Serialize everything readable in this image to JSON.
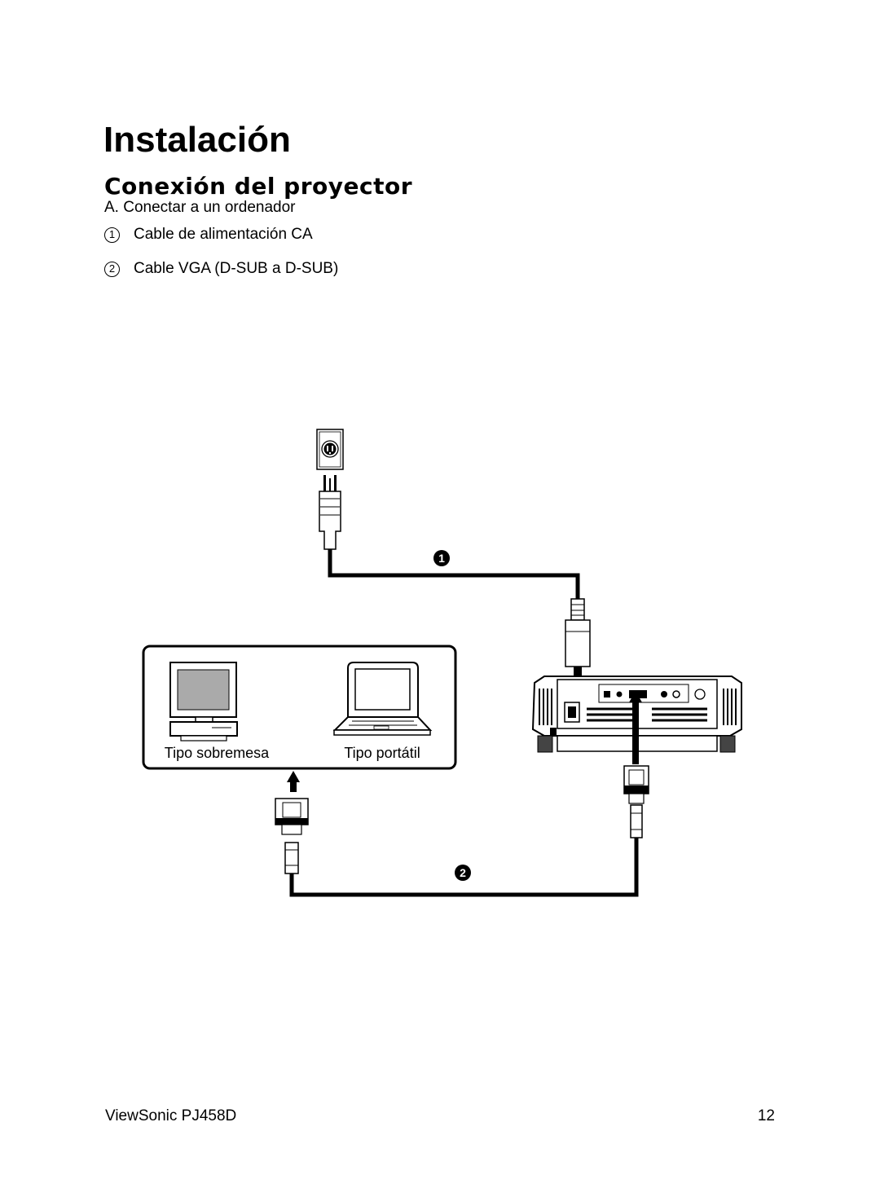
{
  "page": {
    "title": "Instalación",
    "subtitle": "Conexión del proyector",
    "intro": "A. Conectar a un ordenador",
    "items": [
      {
        "num": "1",
        "label": "Cable de alimentación CA"
      },
      {
        "num": "2",
        "label": "Cable VGA (D-SUB a D-SUB)"
      }
    ]
  },
  "diagram": {
    "desktop_label": "Tipo sobremesa",
    "laptop_label": "Tipo portátil",
    "callout_1": "1",
    "callout_2": "2",
    "icons": [
      "wall-outlet-icon",
      "power-plug-icon",
      "desktop-computer-icon",
      "laptop-computer-icon",
      "projector-rear-icon",
      "vga-connector-icon",
      "arrow-up-icon"
    ]
  },
  "footer": {
    "product": "ViewSonic PJ458D",
    "page_number": "12"
  }
}
